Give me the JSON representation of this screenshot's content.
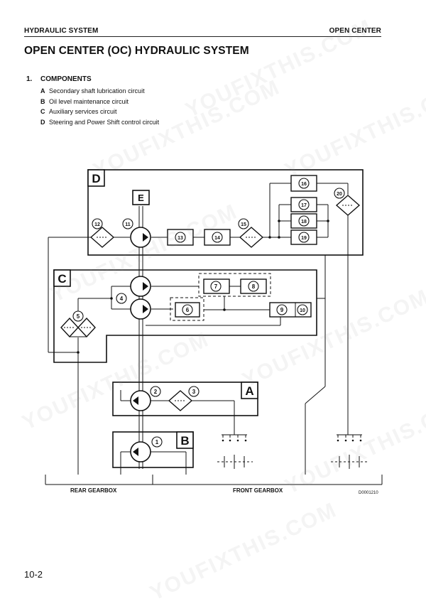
{
  "header": {
    "left": "HYDRAULIC SYSTEM",
    "right": "OPEN CENTER"
  },
  "title": "OPEN CENTER (OC) HYDRAULIC SYSTEM",
  "section": {
    "number": "1.",
    "heading": "COMPONENTS"
  },
  "components": [
    {
      "letter": "A",
      "text": "Secondary shaft lubrication circuit"
    },
    {
      "letter": "B",
      "text": "Oil level maintenance circuit"
    },
    {
      "letter": "C",
      "text": "Auxiliary services circuit"
    },
    {
      "letter": "D",
      "text": "Steering and Power Shift control circuit"
    }
  ],
  "diagram": {
    "box_labels": {
      "A": "A",
      "B": "B",
      "C": "C",
      "D": "D",
      "E": "E"
    },
    "callouts": [
      "1",
      "2",
      "3",
      "4",
      "5",
      "6",
      "7",
      "8",
      "9",
      "10",
      "11",
      "12",
      "13",
      "14",
      "15",
      "16",
      "17",
      "18",
      "19",
      "20"
    ],
    "rear_label": "REAR GEARBOX",
    "front_label": "FRONT GEARBOX",
    "code": "D0001210"
  },
  "watermark": "YOUFIXTHIS.COM",
  "page_number": "10-2"
}
